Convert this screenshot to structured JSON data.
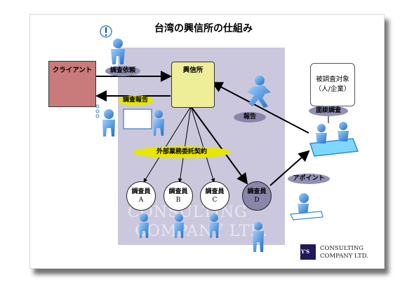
{
  "title": "台湾の興信所の仕組み",
  "nodes": {
    "client": "クライアント",
    "agency": "興信所",
    "target_line1": "被調査対象",
    "target_line2": "（人/企業）"
  },
  "labels": {
    "request": "調査依頼",
    "report_to_client": "調査報告",
    "subcontract": "外部業務委託契約",
    "report": "報告",
    "appoint": "アポイント",
    "interview": "面談調査"
  },
  "investigators": [
    {
      "name": "調査員",
      "id": "A"
    },
    {
      "name": "調査員",
      "id": "B"
    },
    {
      "name": "調査員",
      "id": "C"
    },
    {
      "name": "調査員",
      "id": "D"
    }
  ],
  "watermark": {
    "line1": "CONSULTING",
    "line2": "COMPANY LTD."
  },
  "logo": {
    "mark": "Y'S",
    "line1": "CONSULTING",
    "line2": "COMPANY LTD."
  },
  "colors": {
    "client_box": "#c97a7a",
    "agency_box": "#eeee99",
    "pill_gray": "#9090b4",
    "pill_yellow": "#e6e600",
    "circle_d": "#8a86aa",
    "figure": "#3b86d6"
  }
}
